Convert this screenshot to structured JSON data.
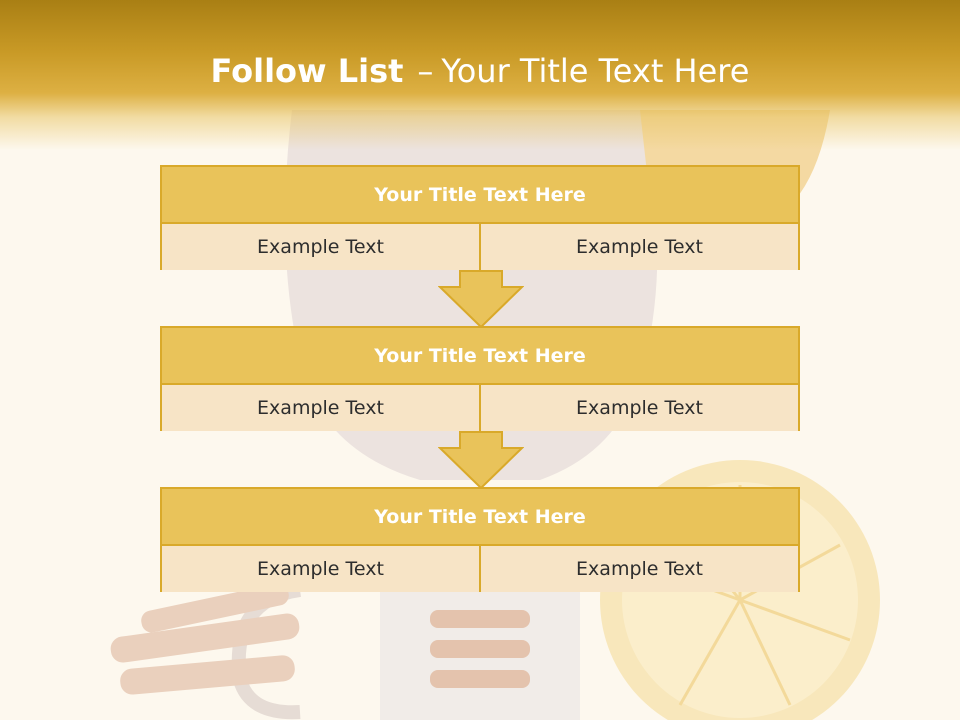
{
  "title": {
    "bold": "Follow List",
    "dash": "–",
    "rest": "Your Title Text Here"
  },
  "steps": [
    {
      "title": "Your Title Text Here",
      "left": "Example Text",
      "right": "Example Text"
    },
    {
      "title": "Your Title Text Here",
      "left": "Example Text",
      "right": "Example Text"
    },
    {
      "title": "Your Title Text Here",
      "left": "Example Text",
      "right": "Example Text"
    }
  ],
  "colors": {
    "accent": "#e9c35a",
    "border": "#d9a92a",
    "cell": "#f7e4c6",
    "header": "#c99a26"
  }
}
